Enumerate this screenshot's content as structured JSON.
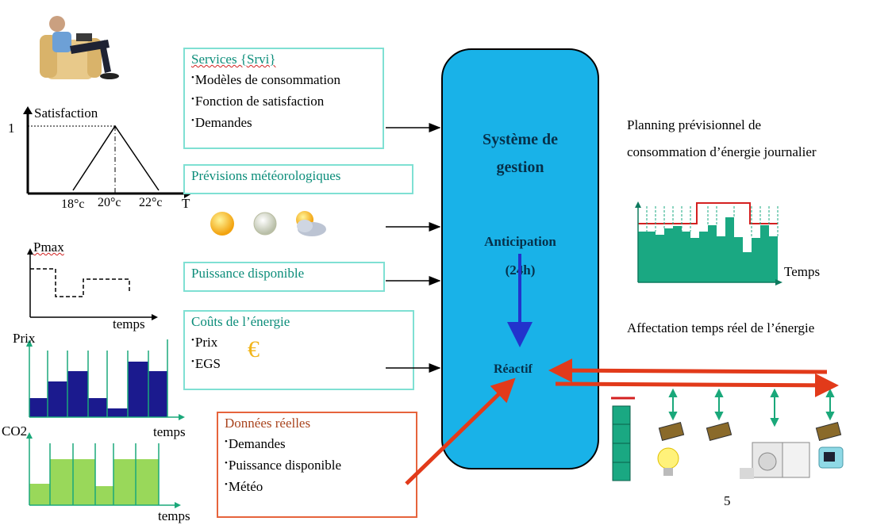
{
  "diagram": {
    "page_number": "5",
    "system": {
      "title_line1": "Système de",
      "title_line2": "gestion",
      "anticipation_line1": "Anticipation",
      "anticipation_line2": "(24h)",
      "reactive": "Réactif"
    },
    "boxes": {
      "services": {
        "title": "Services {Srvi}",
        "items": [
          "Modèles de consommation",
          "Fonction de satisfaction",
          "Demandes"
        ]
      },
      "weather": {
        "title": "Prévisions météorologiques"
      },
      "power": {
        "title": "Puissance disponible"
      },
      "costs": {
        "title": "Coûts de l’énergie",
        "items": [
          "Prix",
          "EGS"
        ]
      },
      "real_data": {
        "title": "Données réelles",
        "items": [
          "Demandes",
          "Puissance disponible",
          "Météo"
        ]
      }
    },
    "satisfaction_chart": {
      "ylabel": "Satisfaction",
      "y_tick": "1",
      "x_ticks": [
        "18°c",
        "20°c",
        "22°c"
      ],
      "xlabel": "T"
    },
    "pmax_chart": {
      "ylabel": "Pmax",
      "xlabel": "temps"
    },
    "price_chart": {
      "ylabel": "Prix",
      "xlabel": "temps",
      "color": "#1b1a8e"
    },
    "co2_chart": {
      "ylabel": "CO2",
      "xlabel": "temps",
      "color": "#99d85a"
    },
    "planning": {
      "title_line1": "Planning prévisionnel de",
      "title_line2": "consommation d’énergie journalier",
      "xlabel": "Temps",
      "bar_color": "#1aa882",
      "limit_color": "#d42020"
    },
    "realtime": {
      "title": "Affectation temps réel de l’énergie"
    },
    "icons": {
      "euro": "€",
      "weather_icons": [
        "sun-icon",
        "moon-icon",
        "cloud-sun-icon"
      ],
      "devices": [
        "chip-icon",
        "light-bulb-icon",
        "washing-machine-icon",
        "fridge-icon",
        "battery-icon"
      ]
    }
  }
}
